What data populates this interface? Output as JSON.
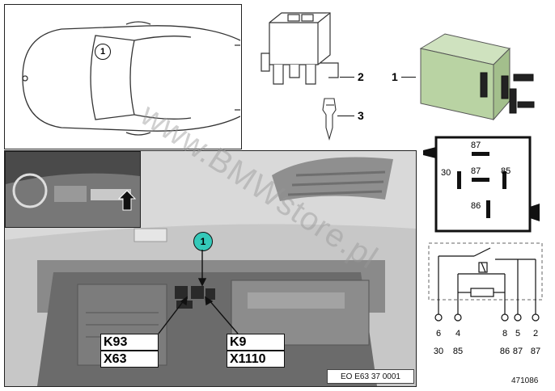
{
  "diagram": {
    "callouts": {
      "car_marker": "1",
      "photo_marker": "1",
      "part_relay": "1",
      "part_socket": "2",
      "part_pin": "3"
    },
    "connector_labels": {
      "left_top": "K93",
      "left_bottom": "X63",
      "right_top": "K9",
      "right_bottom": "X1110"
    },
    "relay_pins": {
      "top": "87",
      "center": "87",
      "left": "30",
      "right": "85",
      "bottom": "86"
    },
    "circuit": {
      "terminals": [
        "6",
        "4",
        "8",
        "5",
        "2"
      ],
      "functions": [
        "30",
        "85",
        "86",
        "87",
        "87"
      ]
    },
    "footer": {
      "code": "EO E63 37 0001",
      "image_number": "471086"
    },
    "watermark": "www.BMWstore.pl",
    "colors": {
      "relay_body": "#b9d3a3",
      "callout_circle": "#35c9b9",
      "photo_bg": "#bdbdbd"
    }
  }
}
